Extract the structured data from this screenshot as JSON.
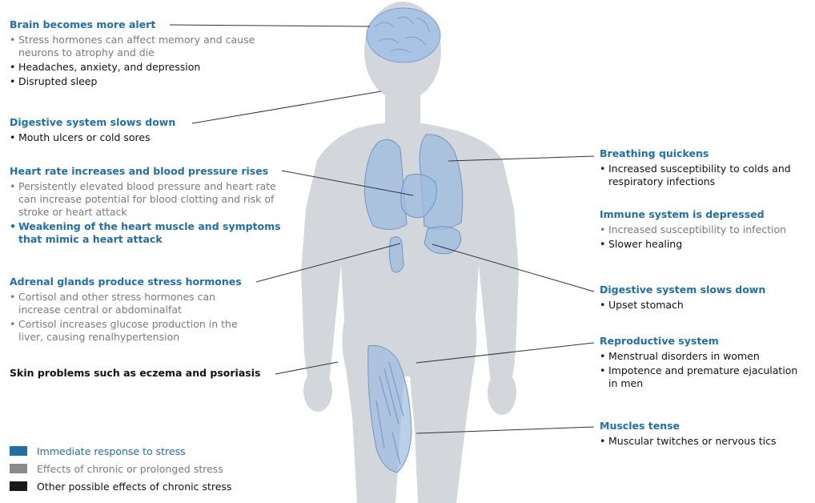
{
  "left_blocks": [
    {
      "key": "brain",
      "heading": "Brain becomes more alert",
      "items": [
        {
          "text": "Stress hormones can affect memory and cause neurons to atrophy and die",
          "type": "chronic"
        },
        {
          "text": "Headaches, anxiety, and depression",
          "type": "other"
        },
        {
          "text": "Disrupted sleep",
          "type": "other"
        }
      ]
    },
    {
      "key": "digestive-left",
      "heading": "Digestive system slows down",
      "items": [
        {
          "text": "Mouth ulcers or cold sores",
          "type": "other"
        }
      ]
    },
    {
      "key": "heart",
      "heading": "Heart rate increases and blood pressure rises",
      "items": [
        {
          "text": "Persistently elevated blood pressure and heart rate can increase potential for blood clotting and risk of stroke or heart attack",
          "type": "chronic"
        },
        {
          "text": "Weakening of the heart muscle and symptoms that mimic a heart attack",
          "type": "immediate"
        }
      ]
    },
    {
      "key": "adrenal",
      "heading": "Adrenal glands produce stress hormones",
      "items": [
        {
          "text": "Cortisol and other stress hormones can increase central or abdominalfat",
          "type": "chronic"
        },
        {
          "text": "Cortisol increases glucose production in the liver, causing renalhypertension",
          "type": "chronic"
        }
      ]
    }
  ],
  "skin_text": "Skin problems such as eczema and psoriasis",
  "right_blocks": [
    {
      "key": "breathing",
      "heading": "Breathing quickens",
      "items": [
        {
          "text": "Increased susceptibility to colds and respiratory infections",
          "type": "other"
        }
      ]
    },
    {
      "key": "immune",
      "heading": "Immune system is depressed",
      "items": [
        {
          "text": "Increased susceptibility to infection",
          "type": "chronic"
        },
        {
          "text": "Slower healing",
          "type": "other"
        }
      ]
    },
    {
      "key": "digestive-right",
      "heading": "Digestive system slows down",
      "items": [
        {
          "text": "Upset stomach",
          "type": "other"
        }
      ]
    },
    {
      "key": "reproductive",
      "heading": "Reproductive system",
      "items": [
        {
          "text": "Menstrual disorders in women",
          "type": "other"
        },
        {
          "text": "Impotence and premature ejaculation in men",
          "type": "other"
        }
      ]
    },
    {
      "key": "muscles",
      "heading": "Muscles tense",
      "items": [
        {
          "text": "Muscular twitches or nervous  tics",
          "type": "other"
        }
      ]
    }
  ],
  "legend": [
    {
      "key": "immediate",
      "label": "Immediate response to stress",
      "color": "#1f6fa8"
    },
    {
      "key": "chronic",
      "label": "Effects of chronic or prolonged stress",
      "color": "#8a8a8a"
    },
    {
      "key": "other",
      "label": "Other possible effects of chronic stress",
      "color": "#1a1a1a"
    }
  ],
  "colors": {
    "heading": "#1f6fa8",
    "body_silhouette": "#d3d7dc",
    "organ_fill": "#9dbbe0",
    "organ_stroke": "#6e95c4",
    "leader_line": "#333333"
  }
}
